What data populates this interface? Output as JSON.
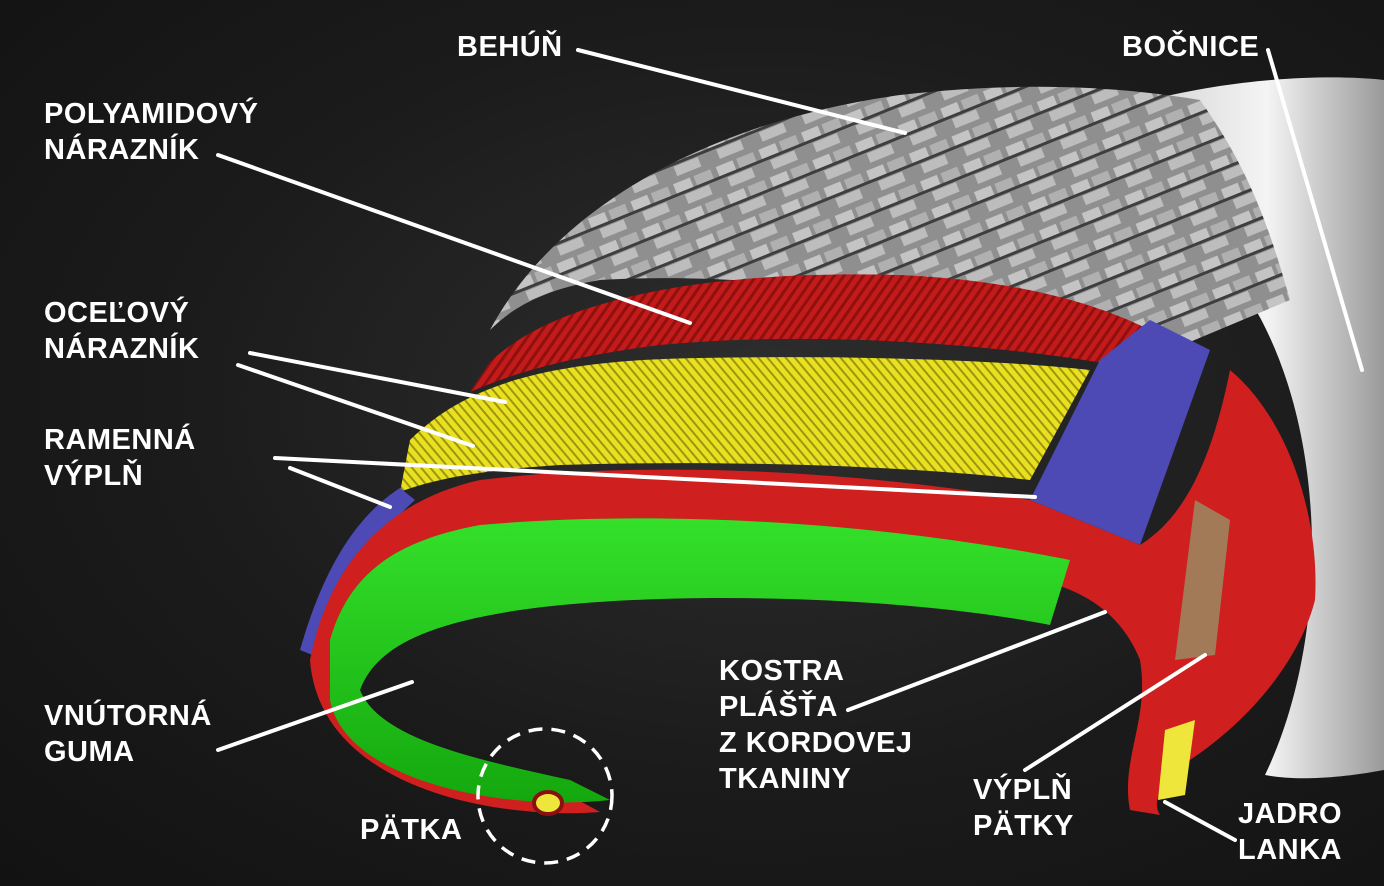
{
  "labels": {
    "tread": "BEHÚŇ",
    "sidewall": "BOČNICE",
    "polyamide_belt": [
      "POLYAMIDOVÝ",
      "NÁRAZNÍK"
    ],
    "steel_belt": [
      "OCEĽOVÝ",
      "NÁRAZNÍK"
    ],
    "shoulder_filler": [
      "RAMENNÁ",
      "VÝPLŇ"
    ],
    "inner_liner": [
      "VNÚTORNÁ",
      "GUMA"
    ],
    "bead": "PÄTKA",
    "carcass": [
      "KOSTRA",
      "PLÁŠŤA",
      "Z KORDOVEJ",
      "TKANINY"
    ],
    "bead_filler": [
      "VÝPLŇ",
      "PÄTKY"
    ],
    "bead_core": [
      "JADRO",
      "LANKA"
    ]
  },
  "colors": {
    "background": "#1b1b1b",
    "tread": "#9a9a9a",
    "polyamide_belt": "#c01818",
    "steel_belt": "#e3dc1c",
    "shoulder_filler": "#4b48b8",
    "carcass": "#d11f1f",
    "inner_liner": "#22d11a",
    "bead_filler": "#a27a58",
    "bead_core": "#eee63a",
    "leader_lines": "#ffffff"
  }
}
